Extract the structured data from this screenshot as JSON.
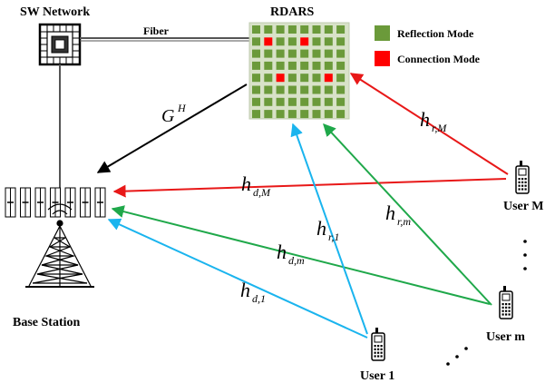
{
  "labels": {
    "sw_network": "SW Network",
    "fiber": "Fiber",
    "rdars": "RDARS",
    "base_station": "Base Station",
    "user_1": "User 1",
    "user_m": "User m",
    "user_M": "User M"
  },
  "legend": {
    "reflection": "Reflection Mode",
    "connection": "Connection Mode"
  },
  "channels": {
    "g_main": "G",
    "g_sup": "H",
    "hr1_main": "h",
    "hr1_sub": "r,1",
    "hrm_main": "h",
    "hrm_sub": "r,m",
    "hrM_main": "h",
    "hrM_sub": "r,M",
    "hd1_main": "h",
    "hd1_sub": "d,1",
    "hdm_main": "h",
    "hdm_sub": "d,m",
    "hdM_main": "h",
    "hdM_sub": "d,M"
  },
  "colors": {
    "reflection": "#6b9a3a",
    "connection": "#ff0000",
    "blue_link": "#1ab4ee",
    "green_link": "#1fa84a",
    "red_link": "#e81818",
    "black": "#000000"
  }
}
